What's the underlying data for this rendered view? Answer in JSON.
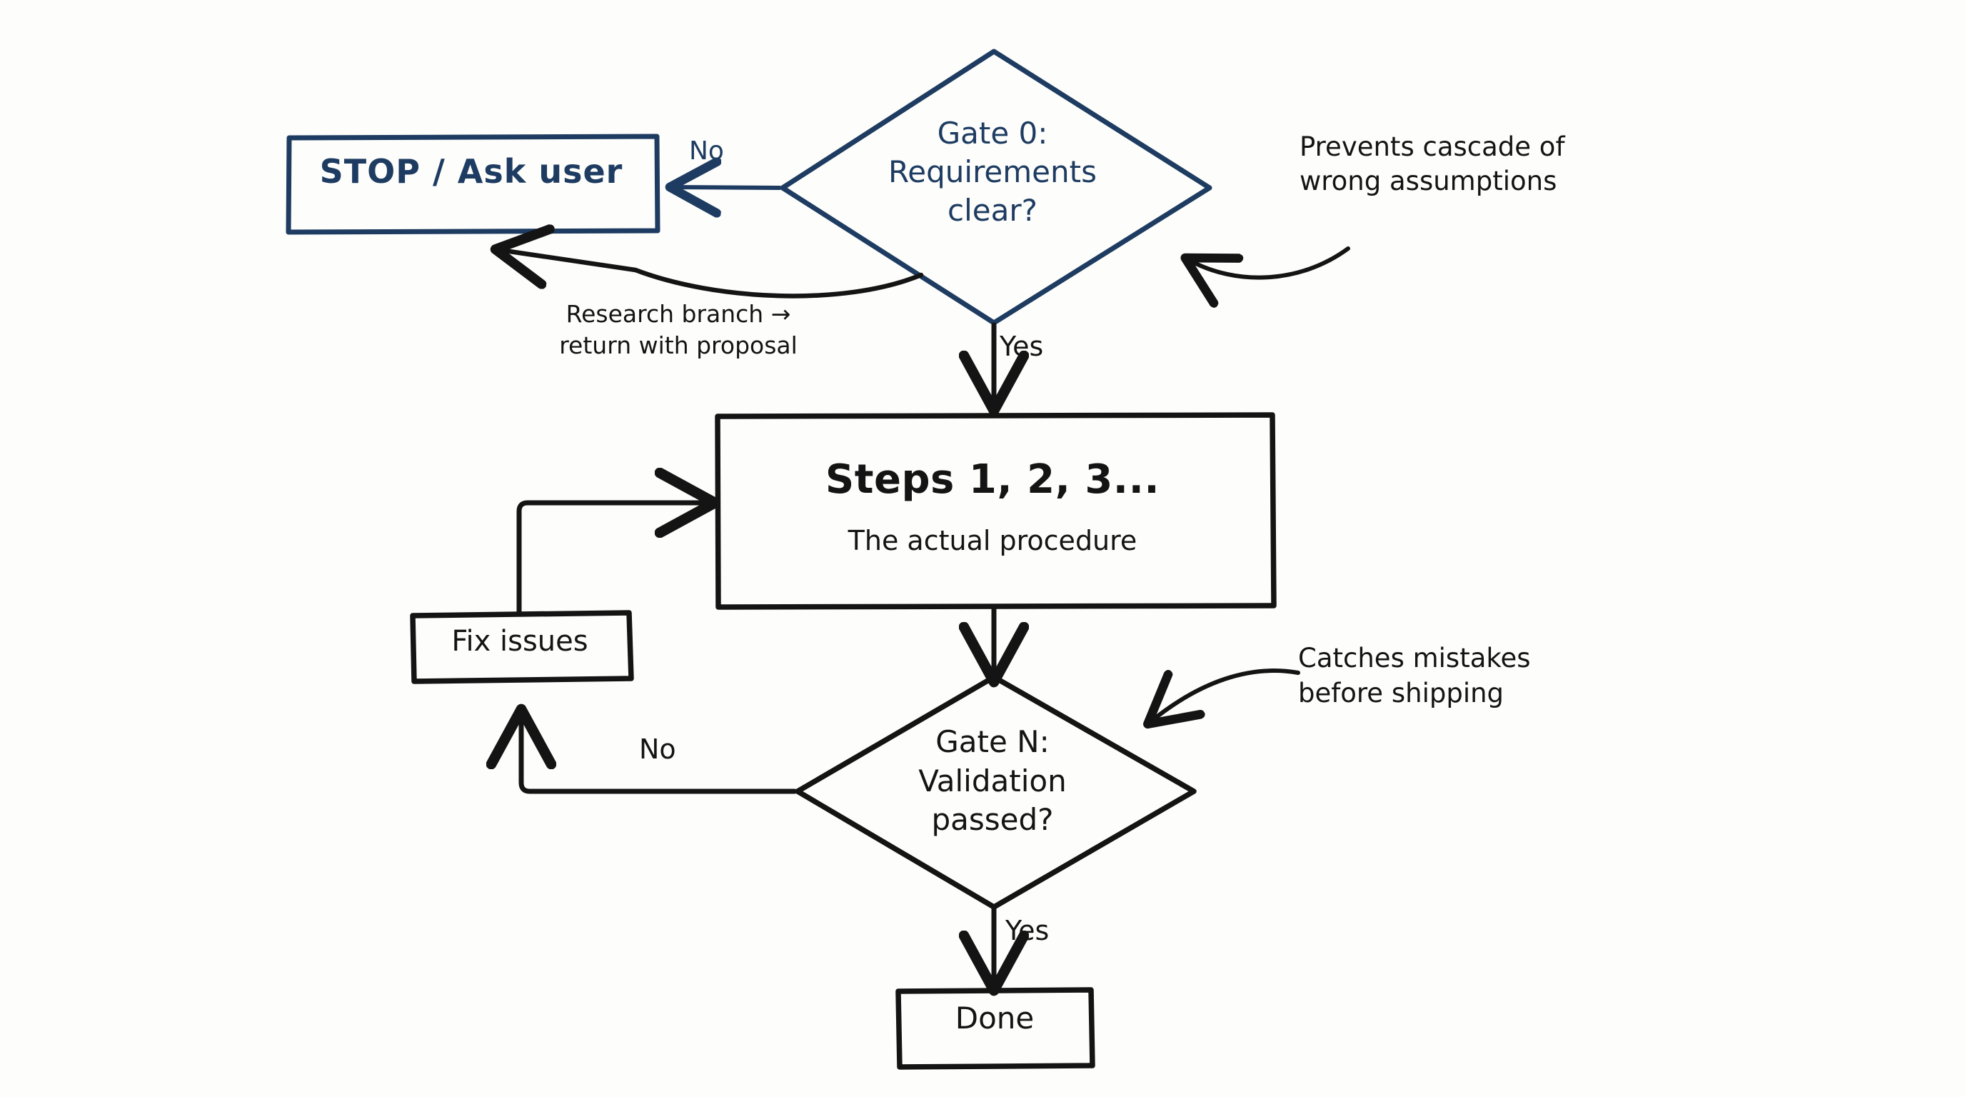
{
  "diagram": {
    "title": "Gated procedure flowchart",
    "background_color": "#fdfdfb",
    "accent_blue": "#1e3c61",
    "ink_black": "#141414"
  },
  "nodes": {
    "stop_box": {
      "label": "STOP / Ask user",
      "shape": "rectangle",
      "color": "#1e3c61"
    },
    "gate0": {
      "label": "Gate 0:\nRequirements\nclear?",
      "shape": "diamond",
      "color": "#1e3c61"
    },
    "steps_box": {
      "title": "Steps 1, 2, 3...",
      "subtitle": "The actual procedure",
      "shape": "rectangle",
      "color": "#141414"
    },
    "fix_box": {
      "label": "Fix issues",
      "shape": "rectangle",
      "color": "#141414"
    },
    "gate_n": {
      "label": "Gate N:\nValidation\npassed?",
      "shape": "diamond",
      "color": "#141414"
    },
    "done_box": {
      "label": "Done",
      "shape": "rectangle",
      "color": "#141414"
    }
  },
  "edge_labels": {
    "gate0_no": "No",
    "gate0_yes": "Yes",
    "gaten_no": "No",
    "gaten_yes": "Yes"
  },
  "annotations": {
    "research_branch": "Research branch →\nreturn with proposal",
    "prevents_cascade": "Prevents cascade of\nwrong assumptions",
    "catches_mistakes": "Catches mistakes\nbefore shipping"
  }
}
